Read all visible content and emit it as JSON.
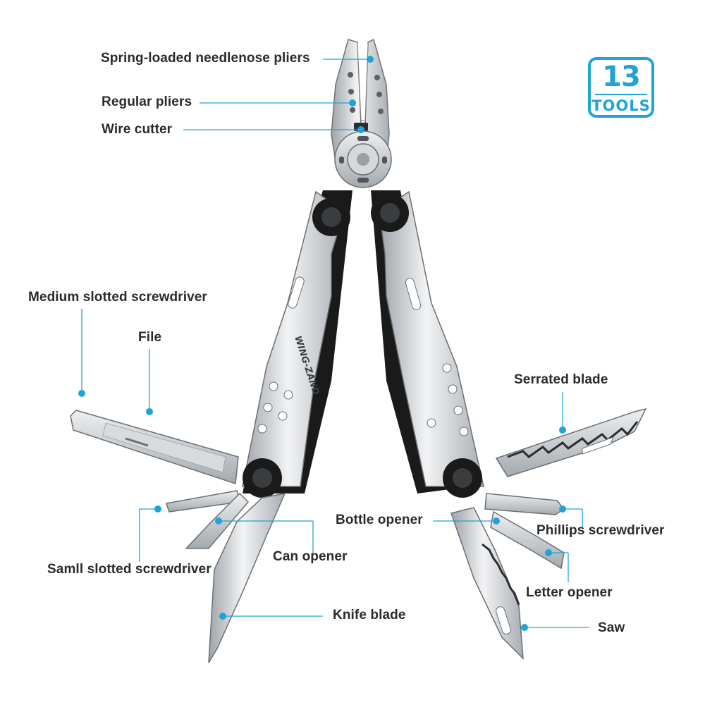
{
  "badge": {
    "count": "13",
    "word": "TOOLS",
    "color": "#1fa3d8"
  },
  "brand_mark": "WING-ZAND",
  "callouts": {
    "needlenose": "Spring-loaded needlenose pliers",
    "regular_pliers": "Regular pliers",
    "wire_cutter": "Wire cutter",
    "medium_screwdriver": "Medium slotted screwdriver",
    "file": "File",
    "serrated_blade": "Serrated blade",
    "bottle_opener": "Bottle opener",
    "phillips": "Phillips screwdriver",
    "can_opener": "Can opener",
    "small_screwdriver": "Samll slotted screwdriver",
    "letter_opener": "Letter opener",
    "knife_blade": "Knife blade",
    "saw": "Saw"
  },
  "colors": {
    "leader": "#1fa3d8",
    "text": "#2a2a2a",
    "steel": "#c9ccd0",
    "handle_dark": "#1a1a1a"
  }
}
